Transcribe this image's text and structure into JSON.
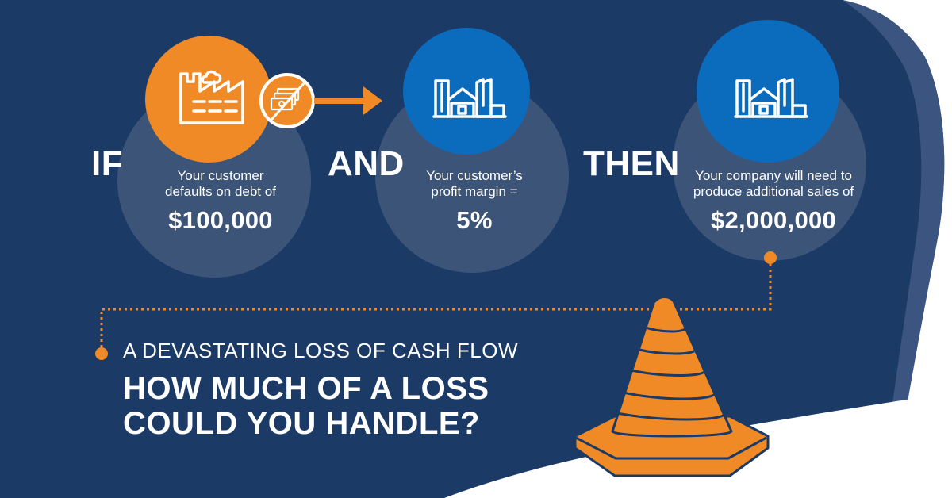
{
  "steps": [
    {
      "keyword": "IF",
      "line1": "Your customer",
      "line2": "defaults on debt of",
      "amount": "$100,000",
      "icon": "factory-icon"
    },
    {
      "keyword": "AND",
      "line1": "Your customer’s",
      "line2": "profit margin =",
      "amount": "5%",
      "icon": "buildings-icon"
    },
    {
      "keyword": "THEN",
      "line1": "Your company will need to",
      "line2": "produce additional sales of",
      "amount": "$2,000,000",
      "icon": "buildings-icon"
    }
  ],
  "subhead": "A DEVASTATING LOSS OF CASH FLOW",
  "headline": {
    "line1": "HOW MUCH OF A LOSS",
    "line2": "COULD YOU HANDLE?"
  },
  "badge_icon": "no-cash-icon",
  "colors": {
    "navy": "#1b3a66",
    "orange": "#f08a26",
    "blue": "#0b6bbd",
    "gray_circle": "#3d5479",
    "white": "#ffffff"
  }
}
